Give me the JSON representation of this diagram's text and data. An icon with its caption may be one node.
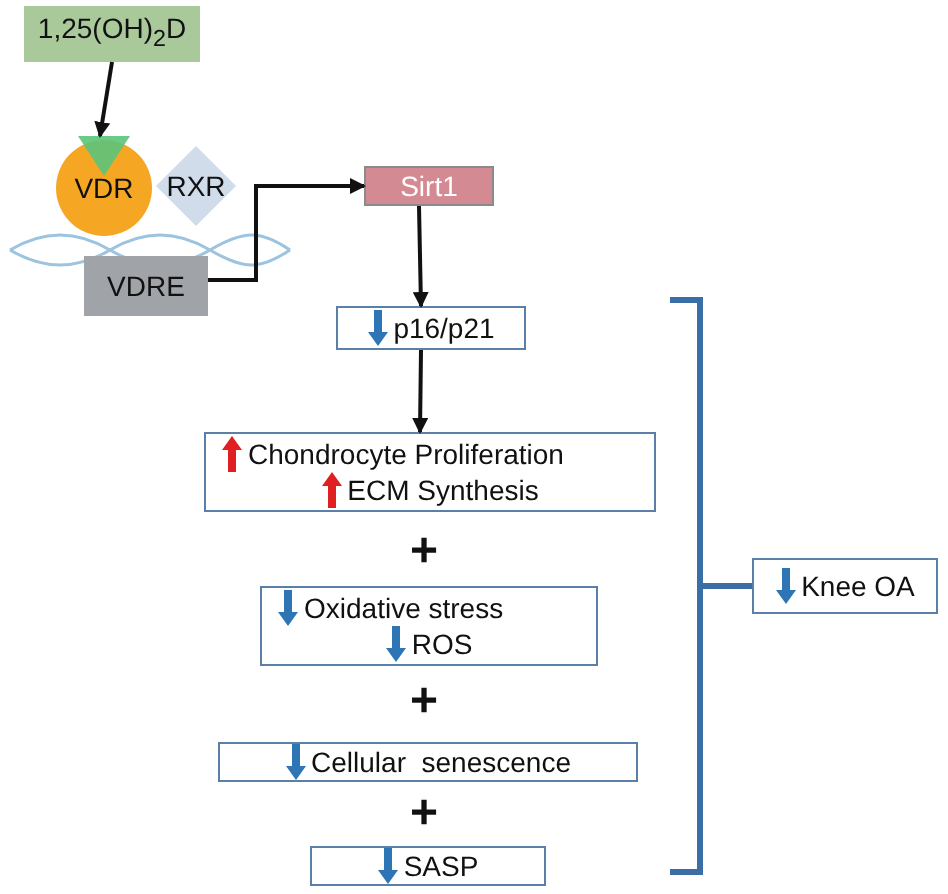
{
  "diagram": {
    "nodes": [
      {
        "text": [
          "1,25(OH)$_{2}$D"
        ]
      },
      {
        "text": [
          "VDR"
        ]
      },
      {
        "text": [
          "RXR"
        ]
      },
      {
        "text": [
          "VDRE"
        ]
      },
      {
        "text": [
          "Sirt1"
        ]
      },
      {
        "text": [
          "p16/p21"
        ]
      },
      {
        "text": [
          "Chondrocyte Proliferation",
          "ECM Synthesis"
        ]
      },
      {
        "text": [
          "Oxidative stress",
          "ROS"
        ]
      },
      {
        "text": [
          "Cellular  senescence"
        ]
      },
      {
        "text": [
          "SASP"
        ]
      },
      {
        "text": [
          "Knee OA"
        ]
      }
    ],
    "edges": [
      {
        "from": 0,
        "to": 1,
        "arrow": "to"
      },
      {
        "from": 3,
        "to": 4,
        "arrow": "to"
      },
      {
        "from": 4,
        "to": 5,
        "arrow": "to"
      },
      {
        "from": 5,
        "to": 6,
        "arrow": "to"
      }
    ],
    "labels": [
      "+",
      "+",
      "+"
    ]
  }
}
